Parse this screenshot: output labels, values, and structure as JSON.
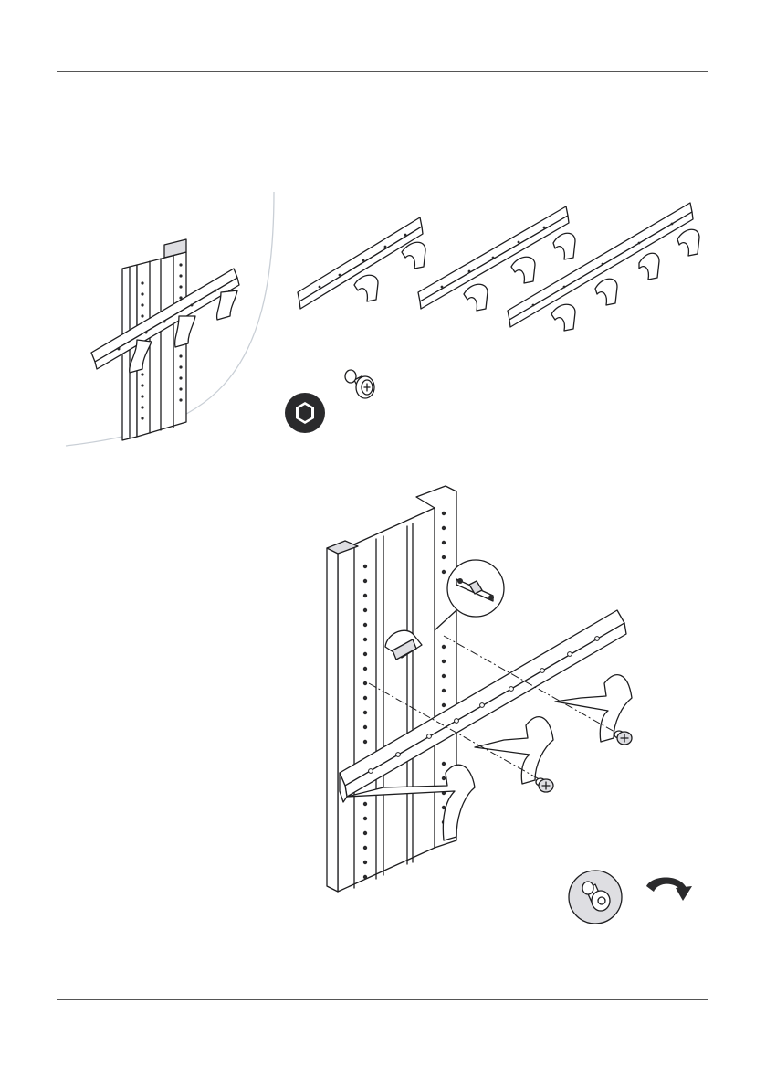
{
  "page": {
    "background": "#ffffff",
    "line_color": "#1d1d1f",
    "callout_fill": "#dedee2"
  },
  "figures": {
    "overview": {
      "label": "assembled-rail-overview"
    },
    "parts": {
      "brackets": [
        "two-hook-bracket",
        "three-hook-bracket",
        "four-hook-bracket"
      ],
      "fastener": "screw-icon",
      "tool": "hex-key-icon"
    },
    "main": {
      "callout_screw": "screw-callout-icon",
      "rotation": "clockwise-rotation-icon",
      "detail": "detail-magnifier-icon"
    }
  }
}
